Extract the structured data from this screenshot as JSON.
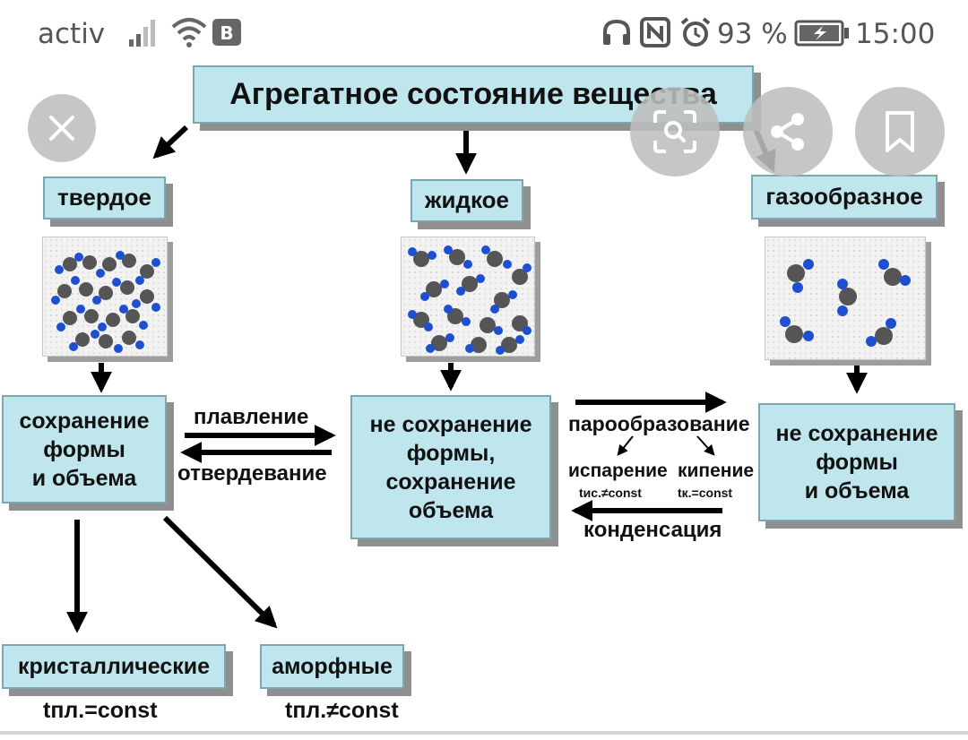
{
  "status_bar": {
    "carrier": "activ",
    "battery_percent": "93 %",
    "time": "15:00",
    "icons": [
      "signal-icon",
      "wifi-icon",
      "vk-app-icon",
      "headphones-icon",
      "nfc-icon",
      "alarm-icon",
      "battery-charging-icon"
    ]
  },
  "diagram": {
    "title": "Агрегатное состояние вещества",
    "states": {
      "solid": "твердое",
      "liquid": "жидкое",
      "gas": "газообразное"
    },
    "properties": {
      "solid": [
        "сохранение",
        "формы",
        "и объема"
      ],
      "liquid": [
        "не сохранение",
        "формы,",
        "сохранение",
        "объема"
      ],
      "gas": [
        "не сохранение",
        "формы",
        "и объема"
      ]
    },
    "transitions": {
      "melting": "плавление",
      "solidification": "отвердевание",
      "vaporization": "парообразование",
      "evaporation": "испарение",
      "evaporation_condition": "tис.≠const",
      "boiling": "кипение",
      "boiling_condition": "tк.=const",
      "condensation": "конденсация"
    },
    "solid_types": {
      "crystalline": "кристаллические",
      "crystalline_condition": "tпл.=const",
      "amorphous": "аморфные",
      "amorphous_condition": "tпл.≠const"
    }
  },
  "overlay_buttons": [
    "close-icon",
    "lens-search-icon",
    "share-icon",
    "bookmark-icon"
  ],
  "colors": {
    "box_fill": "#bfe6ec",
    "box_border": "#7aa7b0",
    "shadow": "#8f8f8f",
    "atom_blue": "#1f4fd1",
    "atom_gray": "#555555"
  }
}
